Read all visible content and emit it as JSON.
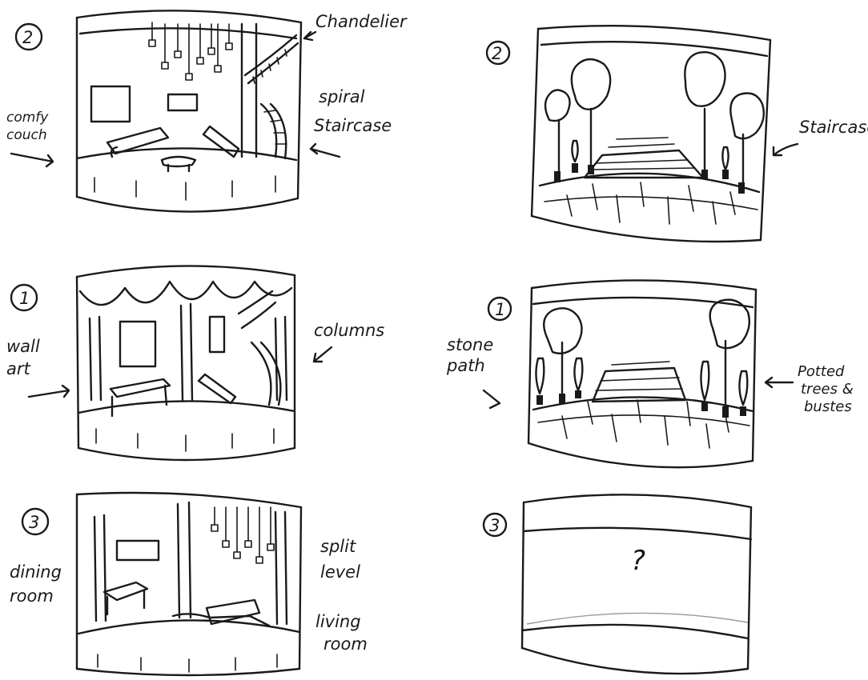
{
  "left_column": {
    "panel_top": {
      "number": "2",
      "labels": {
        "chandelier": "Chandelier",
        "comfy_couch_line1": "comfy",
        "comfy_couch_line2": "couch",
        "spiral_line1": "spiral",
        "spiral_line2": "Staircase"
      }
    },
    "panel_middle": {
      "number": "1",
      "labels": {
        "wall_art_line1": "wall",
        "wall_art_line2": "art",
        "columns": "columns"
      }
    },
    "panel_bottom": {
      "number": "3",
      "labels": {
        "dining_line1": "dining",
        "dining_line2": "room",
        "split_line1": "split",
        "split_line2": "level",
        "living_line1": "living",
        "living_line2": "room"
      }
    }
  },
  "right_column": {
    "panel_top": {
      "number": "2",
      "labels": {
        "staircase": "Staircase"
      }
    },
    "panel_middle": {
      "number": "1",
      "labels": {
        "stone_line1": "stone",
        "stone_line2": "path",
        "potted_line1": "Potted",
        "potted_line2": "trees &",
        "potted_line3": "bustes"
      }
    },
    "panel_bottom": {
      "number": "3",
      "labels": {
        "unknown": "?"
      }
    }
  },
  "icons": [
    "arrow-icon",
    "tree-icon",
    "chandelier-icon",
    "couch-icon",
    "spiral-staircase-icon"
  ]
}
